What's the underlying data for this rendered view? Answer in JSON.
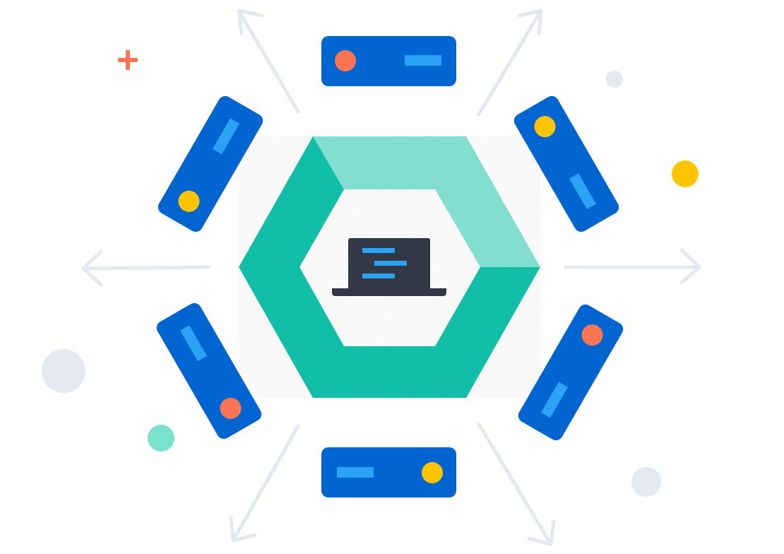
{
  "illustration": {
    "center": {
      "hexagon_color_dark": "#00BFA5",
      "hexagon_color_light": "#7DE2D1",
      "laptop_icon": "laptop-icon"
    },
    "servers": [
      {
        "name": "server-top",
        "dot_color": "#FF7452"
      },
      {
        "name": "server-top-right",
        "dot_color": "#FFC400"
      },
      {
        "name": "server-bottom-right",
        "dot_color": "#FF7452"
      },
      {
        "name": "server-bottom",
        "dot_color": "#FFC400"
      },
      {
        "name": "server-bottom-left",
        "dot_color": "#FF7452"
      },
      {
        "name": "server-top-left",
        "dot_color": "#FFC400"
      }
    ],
    "colors": {
      "server_body": "#0065D0",
      "server_slot": "#2AA3F5",
      "arrow": "#E4E8F1",
      "laptop": "#333846",
      "laptop_line": "#2AA3F5",
      "decor_gray": "#E4E8F1",
      "decor_teal": "#79E2CC",
      "decor_yellow": "#FFC400",
      "decor_plus": "#FF7452"
    },
    "arrows": [
      "arrow-top-left-icon",
      "arrow-top-right-icon",
      "arrow-left-icon",
      "arrow-right-icon",
      "arrow-bottom-left-icon",
      "arrow-bottom-right-icon"
    ]
  }
}
